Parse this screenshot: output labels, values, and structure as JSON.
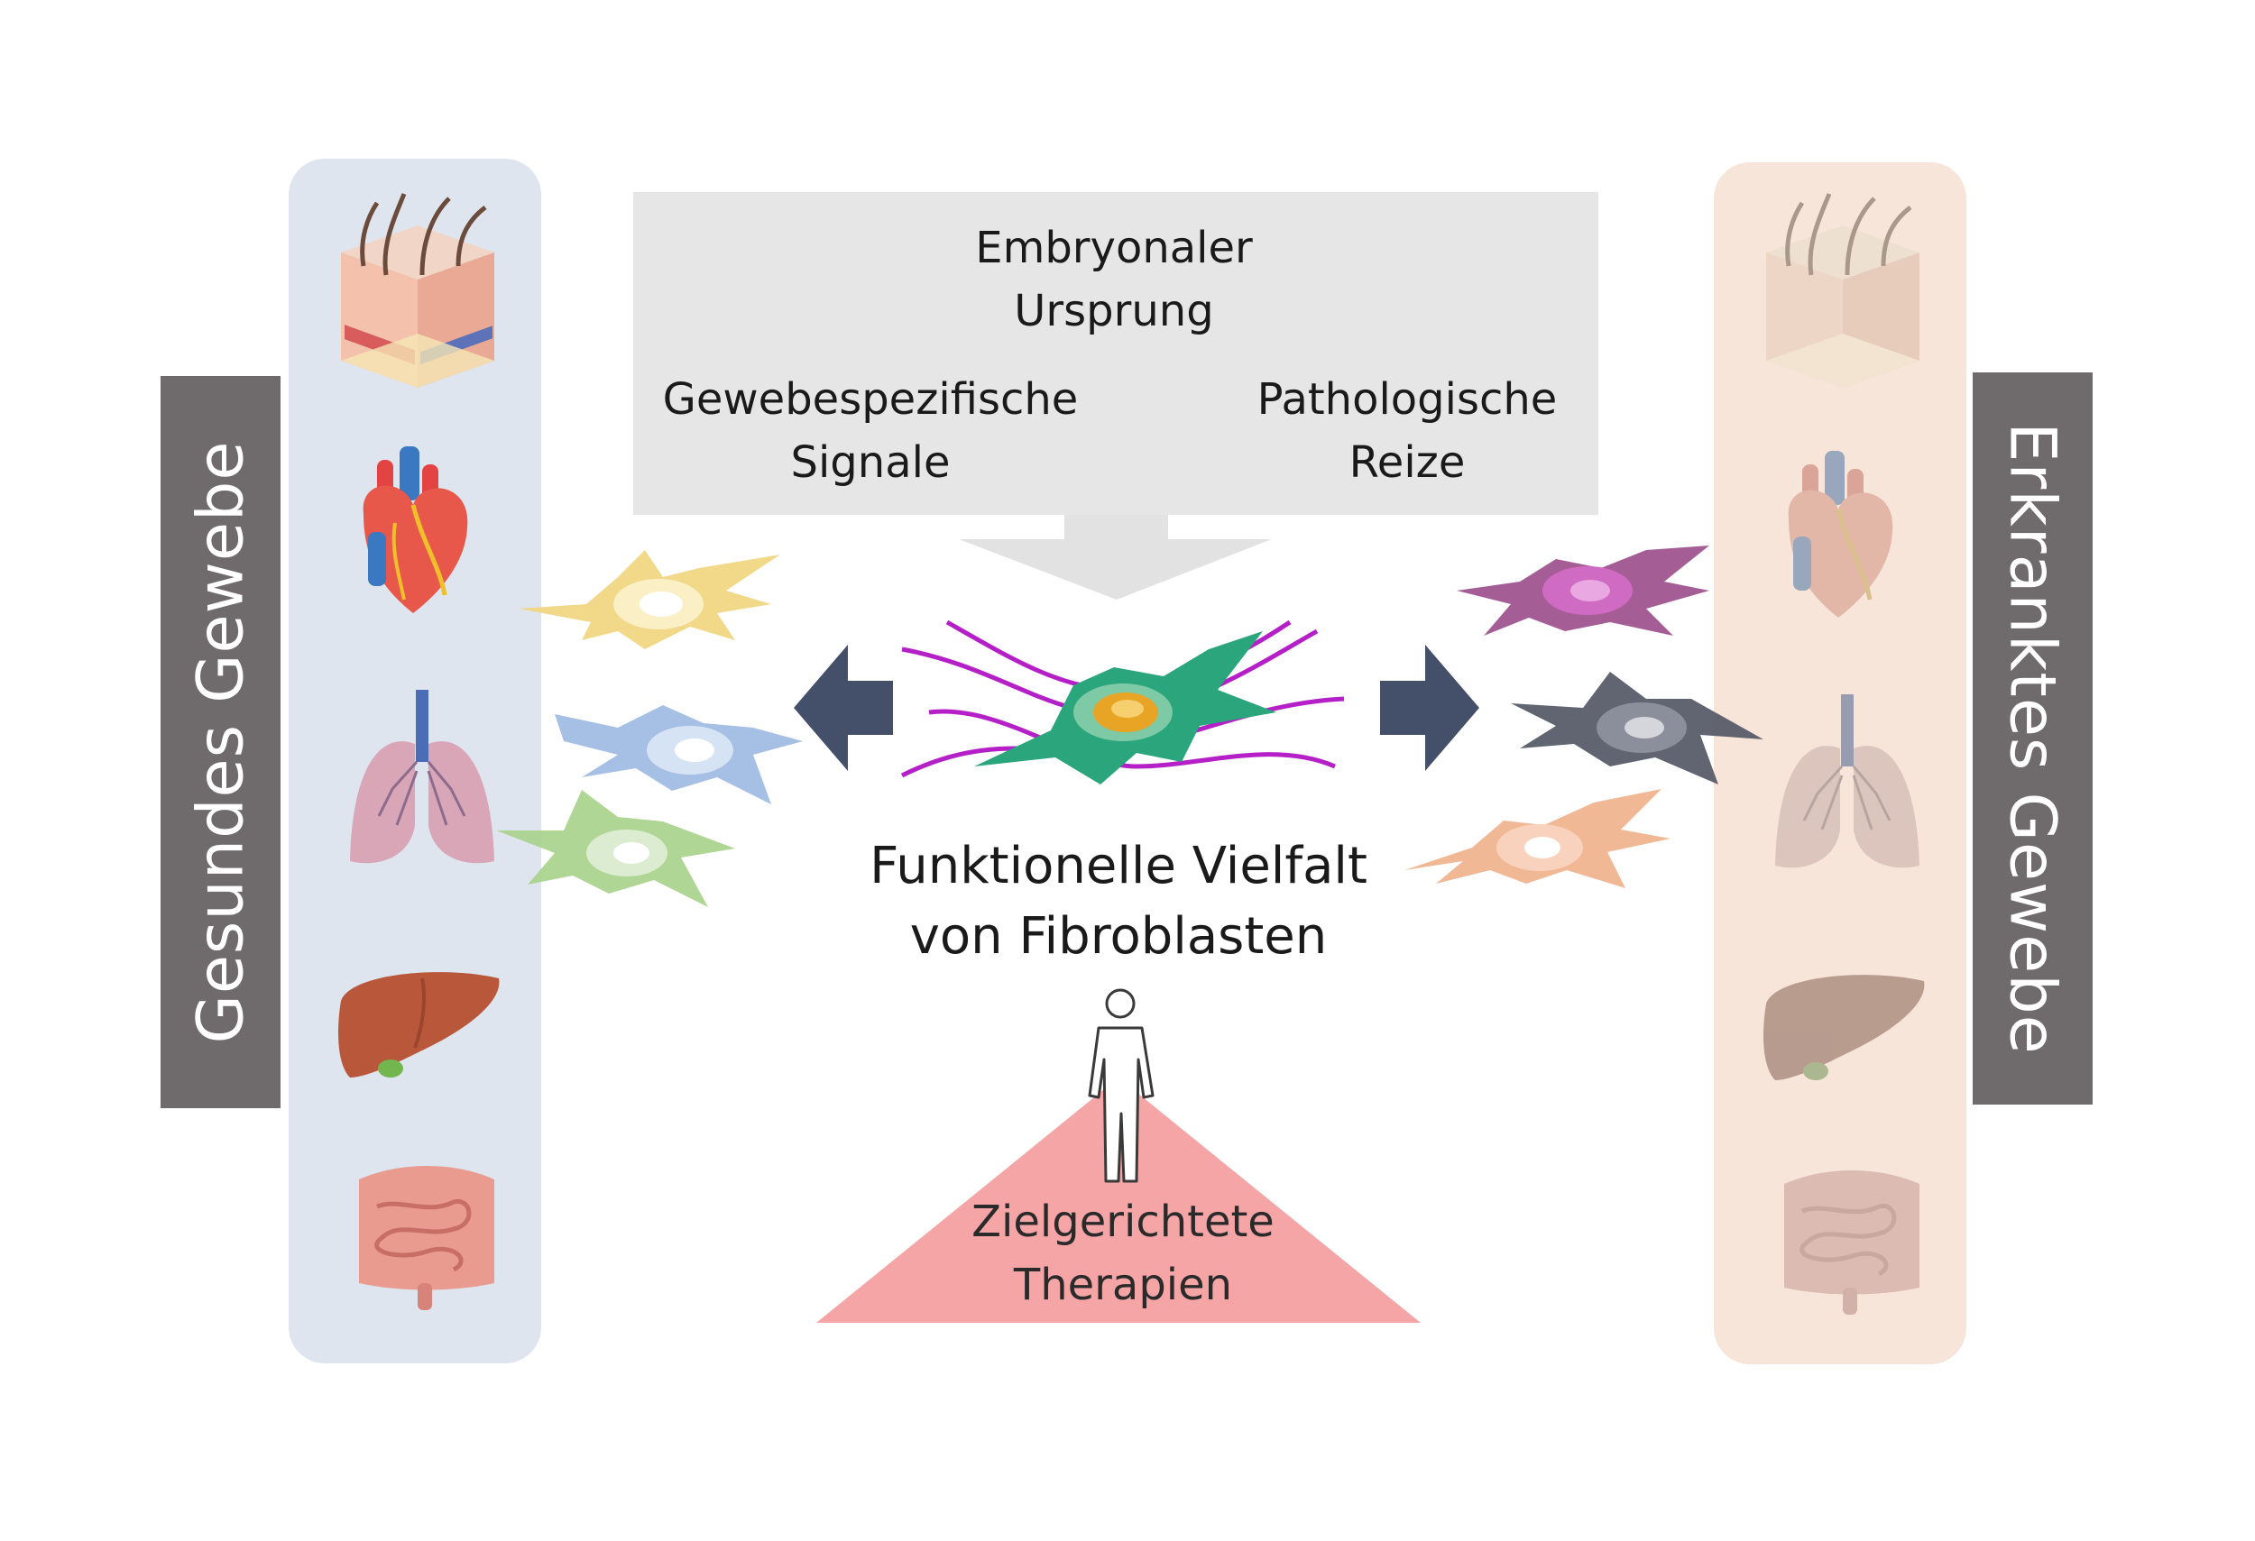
{
  "side_labels": {
    "left": "Gesundes Gewebe",
    "right": "Erkranktes Gewebe"
  },
  "top_box": {
    "title_line1": "Embryonaler",
    "title_line2": "Ursprung",
    "left_line1": "Gewebespezifische",
    "left_line2": "Signale",
    "right_line1": "Pathologische",
    "right_line2": "Reize"
  },
  "center": {
    "line1": "Funktionelle Vielfalt",
    "line2": "von Fibroblasten"
  },
  "therapy": {
    "line1": "Zielgerichtete",
    "line2": "Therapien"
  },
  "organs": [
    "skin",
    "heart",
    "lung",
    "liver",
    "intestine"
  ],
  "colors": {
    "panel_left": "#dfe5ee",
    "panel_right": "#f7e5da",
    "side_label_bg": "#6f6a6b",
    "top_box": "#e6e6e6",
    "arrow": "#44506a",
    "triangle": "#f5a5a5",
    "fibers": "#b51fc7",
    "center_cell": "#2aa57c"
  }
}
